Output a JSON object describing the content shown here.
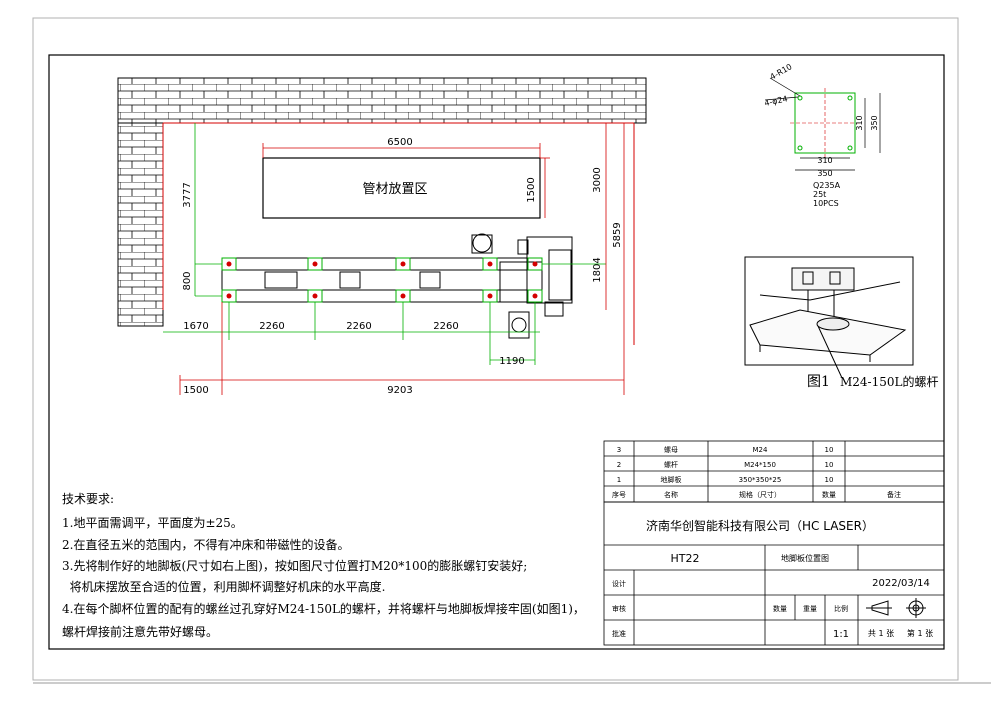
{
  "colors": {
    "dimension": "#d40000",
    "plate": "#00b000",
    "line": "#000000",
    "border": "#b0b0b0"
  },
  "layout_plan": {
    "room_label": "管材放置区",
    "dims": {
      "d6500": "6500",
      "d3000": "3000",
      "d1500v": "1500",
      "d3777": "3777",
      "d5859": "5859",
      "d800": "800",
      "d1804": "1804",
      "d1670": "1670",
      "d2260a": "2260",
      "d2260b": "2260",
      "d2260c": "2260",
      "d1190": "1190",
      "d1500h": "1500",
      "d9203": "9203"
    }
  },
  "plate_detail": {
    "callout_r": "4-R10",
    "callout_hole": "4-φ24",
    "w310": "310",
    "w350": "350",
    "h310": "310",
    "h350": "350",
    "material": "Q235A",
    "thickness": "25t",
    "qty": "10PCS"
  },
  "figure1": {
    "label": "图1",
    "caption": "M24-150L的螺杆"
  },
  "tech_requirements": {
    "title": "技术要求:",
    "lines": [
      "1.地平面需调平，平面度为±25。",
      "2.在直径五米的范围内，不得有冲床和带磁性的设备。",
      "3.先将制作好的地脚板(尺寸如右上图)，按如图尺寸位置打M20*100的膨胀螺钉安装好;",
      "  将机床摆放至合适的位置，利用脚杯调整好机床的水平高度.",
      "4.在每个脚杯位置的配有的螺丝过孔穿好M24-150L的螺杆，并将螺杆与地脚板焊接牢固(如图1)，",
      "螺杆焊接前注意先带好螺母。"
    ]
  },
  "bom": {
    "rows": [
      {
        "no": "3",
        "name": "螺母",
        "spec": "M24",
        "qty": "10",
        "note": ""
      },
      {
        "no": "2",
        "name": "螺杆",
        "spec": "M24*150",
        "qty": "10",
        "note": ""
      },
      {
        "no": "1",
        "name": "地脚板",
        "spec": "350*350*25",
        "qty": "10",
        "note": ""
      }
    ],
    "header": {
      "no": "序号",
      "name": "名称",
      "spec": "规格（尺寸）",
      "qty": "数量",
      "note": "备注"
    }
  },
  "title_block": {
    "company": "济南华创智能科技有限公司（HC LASER）",
    "model": "HT22",
    "drawing_name": "地脚板位置图",
    "date": "2022/03/14",
    "design_label": "设计",
    "review_label": "审核",
    "approve_label": "批准",
    "count_label": "数量",
    "weight_label": "重量",
    "scale_label": "比例",
    "scale": "1:1",
    "sheets_total": "共 1 张",
    "sheet_no": "第 1 张"
  }
}
